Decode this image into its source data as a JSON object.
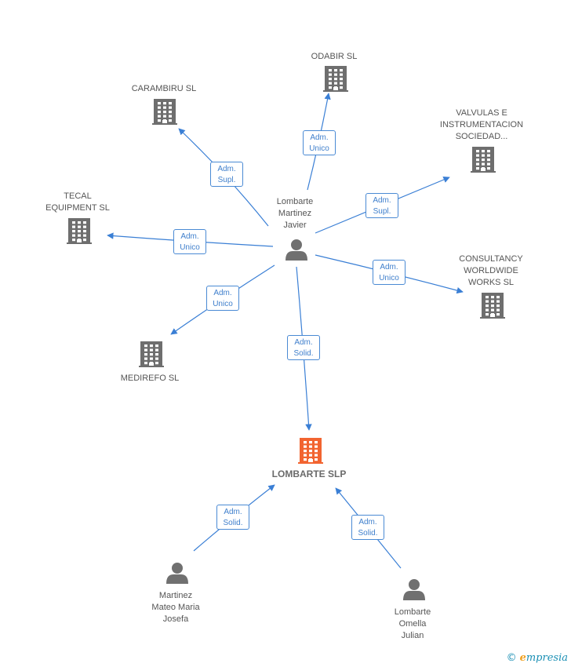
{
  "colors": {
    "company": "#6e6e6e",
    "center_company": "#f26430",
    "person": "#707070",
    "edge": "#3a7fd5",
    "label_text": "#555555"
  },
  "center": {
    "id": "lombarte_slp",
    "label": [
      "LOMBARTE SLP"
    ],
    "icon": "building-icon"
  },
  "nodes": [
    {
      "id": "javier",
      "type": "person",
      "label": [
        "Lombarte",
        "Martinez",
        "Javier"
      ],
      "icon": "person-icon"
    },
    {
      "id": "odabir",
      "type": "company",
      "label": [
        "ODABIR SL"
      ],
      "icon": "building-icon"
    },
    {
      "id": "carambiru",
      "type": "company",
      "label": [
        "CARAMBIRU SL"
      ],
      "icon": "building-icon"
    },
    {
      "id": "valvulas",
      "type": "company",
      "label": [
        "VALVULAS E",
        "INSTRUMENTACION",
        "SOCIEDAD..."
      ],
      "icon": "building-icon"
    },
    {
      "id": "tecal",
      "type": "company",
      "label": [
        "TECAL",
        "EQUIPMENT  SL"
      ],
      "icon": "building-icon"
    },
    {
      "id": "consultancy",
      "type": "company",
      "label": [
        "CONSULTANCY",
        "WORLDWIDE",
        "WORKS  SL"
      ],
      "icon": "building-icon"
    },
    {
      "id": "medirefo",
      "type": "company",
      "label": [
        "MEDIREFO SL"
      ],
      "icon": "building-icon"
    },
    {
      "id": "mateo",
      "type": "person",
      "label": [
        "Martinez",
        "Mateo Maria",
        "Josefa"
      ],
      "icon": "person-icon"
    },
    {
      "id": "omella",
      "type": "person",
      "label": [
        "Lombarte",
        "Omella",
        "Julian"
      ],
      "icon": "person-icon"
    }
  ],
  "edges": [
    {
      "from": "javier",
      "to": "odabir",
      "label": [
        "Adm.",
        "Unico"
      ]
    },
    {
      "from": "javier",
      "to": "carambiru",
      "label": [
        "Adm.",
        "Supl."
      ]
    },
    {
      "from": "javier",
      "to": "valvulas",
      "label": [
        "Adm.",
        "Supl."
      ]
    },
    {
      "from": "javier",
      "to": "tecal",
      "label": [
        "Adm.",
        "Unico"
      ]
    },
    {
      "from": "javier",
      "to": "consultancy",
      "label": [
        "Adm.",
        "Unico"
      ]
    },
    {
      "from": "javier",
      "to": "medirefo",
      "label": [
        "Adm.",
        "Unico"
      ]
    },
    {
      "from": "javier",
      "to": "lombarte_slp",
      "label": [
        "Adm.",
        "Solid."
      ]
    },
    {
      "from": "mateo",
      "to": "lombarte_slp",
      "label": [
        "Adm.",
        "Solid."
      ]
    },
    {
      "from": "omella",
      "to": "lombarte_slp",
      "label": [
        "Adm.",
        "Solid."
      ]
    }
  ],
  "footer": {
    "copyright": "©",
    "brand_initial": "e",
    "brand_rest": "mpresia"
  }
}
